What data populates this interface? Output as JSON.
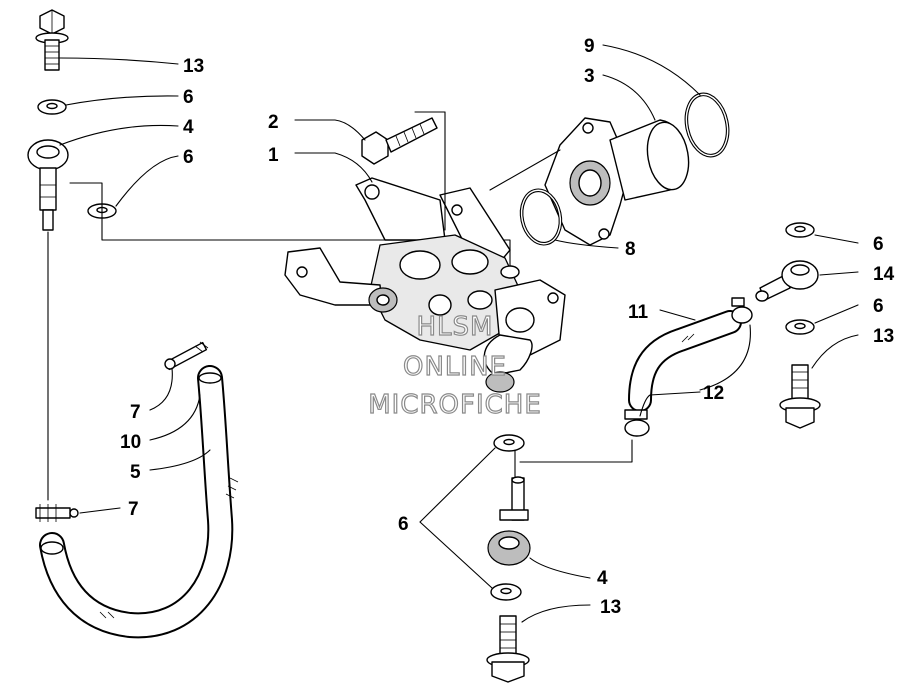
{
  "callouts": {
    "c13_top": "13",
    "c6_a": "6",
    "c4_top": "4",
    "c6_b": "6",
    "c2": "2",
    "c1": "1",
    "c9": "9",
    "c3": "3",
    "c8": "8",
    "c6_right_top": "6",
    "c14": "14",
    "c11": "11",
    "c6_right_mid": "6",
    "c13_right": "13",
    "c12": "12",
    "c7_top": "7",
    "c10": "10",
    "c5": "5",
    "c7_bottom": "7",
    "c6_bottom": "6",
    "c4_bottom": "4",
    "c13_bottom": "13"
  },
  "watermark": {
    "line1": "HLSM",
    "line2": "ONLINE",
    "line3": "MICROFICHE"
  }
}
